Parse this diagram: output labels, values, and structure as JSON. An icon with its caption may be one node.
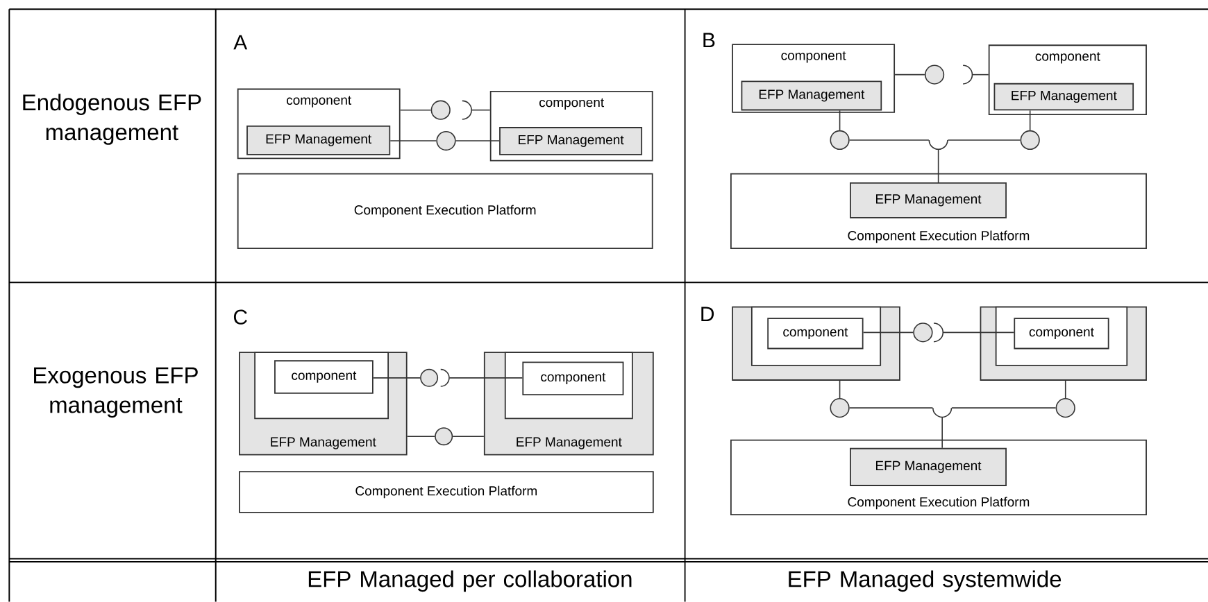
{
  "diagram": {
    "nodes": [
      {
        "text": [
          "component"
        ]
      },
      {
        "text": [
          "EFP Management"
        ],
        "in": 0
      },
      {
        "text": [
          "component"
        ]
      },
      {
        "text": [
          "EFP Management"
        ],
        "in": 2
      },
      {
        "text": [
          "Component Execution Platform"
        ]
      },
      {
        "text": [],
        "shape": "circle"
      },
      {
        "text": [],
        "shape": "arc"
      },
      {
        "text": [],
        "shape": "circle"
      },
      {
        "text": [
          "component"
        ]
      },
      {
        "text": [
          "EFP Management"
        ],
        "in": 8
      },
      {
        "text": [
          "component"
        ]
      },
      {
        "text": [
          "EFP Management"
        ],
        "in": 10
      },
      {
        "text": [
          "Component Execution Platform"
        ]
      },
      {
        "text": [
          "EFP Management"
        ],
        "in": 12
      },
      {
        "text": [],
        "shape": "circle"
      },
      {
        "text": [],
        "shape": "arc"
      },
      {
        "text": [],
        "shape": "circle"
      },
      {
        "text": [],
        "shape": "circle"
      },
      {
        "text": [],
        "shape": "arc"
      },
      {
        "text": [
          "EFP Management"
        ]
      },
      {
        "text": [],
        "shape": "box",
        "in": 19
      },
      {
        "text": [
          "component"
        ],
        "in": 20
      },
      {
        "text": [
          "EFP Management"
        ]
      },
      {
        "text": [],
        "shape": "box",
        "in": 22
      },
      {
        "text": [
          "component"
        ],
        "in": 23
      },
      {
        "text": [
          "Component Execution Platform"
        ]
      },
      {
        "text": [],
        "shape": "circle"
      },
      {
        "text": [],
        "shape": "arc"
      },
      {
        "text": [],
        "shape": "circle"
      },
      {
        "text": [],
        "shape": "box"
      },
      {
        "text": [],
        "shape": "box",
        "in": 29
      },
      {
        "text": [
          "component"
        ],
        "in": 30
      },
      {
        "text": [],
        "shape": "box"
      },
      {
        "text": [],
        "shape": "box",
        "in": 32
      },
      {
        "text": [
          "component"
        ],
        "in": 33
      },
      {
        "text": [
          "Component Execution Platform"
        ]
      },
      {
        "text": [
          "EFP Management"
        ],
        "in": 35
      },
      {
        "text": [],
        "shape": "circle"
      },
      {
        "text": [],
        "shape": "arc"
      },
      {
        "text": [],
        "shape": "circle"
      },
      {
        "text": [],
        "shape": "circle"
      },
      {
        "text": [],
        "shape": "arc"
      }
    ],
    "edges": [
      {
        "from": 0,
        "to": 5,
        "arrow": "none"
      },
      {
        "from": 6,
        "to": 2,
        "arrow": "none"
      },
      {
        "from": 1,
        "to": 7,
        "arrow": "none"
      },
      {
        "from": 7,
        "to": 3,
        "arrow": "none"
      },
      {
        "from": 8,
        "to": 14,
        "arrow": "none"
      },
      {
        "from": 15,
        "to": 10,
        "arrow": "none"
      },
      {
        "from": 9,
        "to": 16,
        "arrow": "none"
      },
      {
        "from": 11,
        "to": 17,
        "arrow": "none"
      },
      {
        "from": 16,
        "to": 18,
        "arrow": "none"
      },
      {
        "from": 17,
        "to": 18,
        "arrow": "none"
      },
      {
        "from": 18,
        "to": 13,
        "arrow": "none"
      },
      {
        "from": 21,
        "to": 26,
        "arrow": "none"
      },
      {
        "from": 27,
        "to": 24,
        "arrow": "none"
      },
      {
        "from": 19,
        "to": 28,
        "arrow": "none"
      },
      {
        "from": 28,
        "to": 22,
        "arrow": "none"
      },
      {
        "from": 31,
        "to": 37,
        "arrow": "none"
      },
      {
        "from": 38,
        "to": 34,
        "arrow": "none"
      },
      {
        "from": 29,
        "to": 39,
        "arrow": "none"
      },
      {
        "from": 32,
        "to": 40,
        "arrow": "none"
      },
      {
        "from": 39,
        "to": 41,
        "arrow": "none"
      },
      {
        "from": 40,
        "to": 41,
        "arrow": "none"
      },
      {
        "from": 41,
        "to": 36,
        "arrow": "none"
      }
    ],
    "labels": [
      "Endogenous EFP management",
      "A",
      "B",
      "Exogenous EFP management",
      "C",
      "D",
      "EFP Managed per collaboration",
      "EFP Managed systemwide"
    ]
  }
}
